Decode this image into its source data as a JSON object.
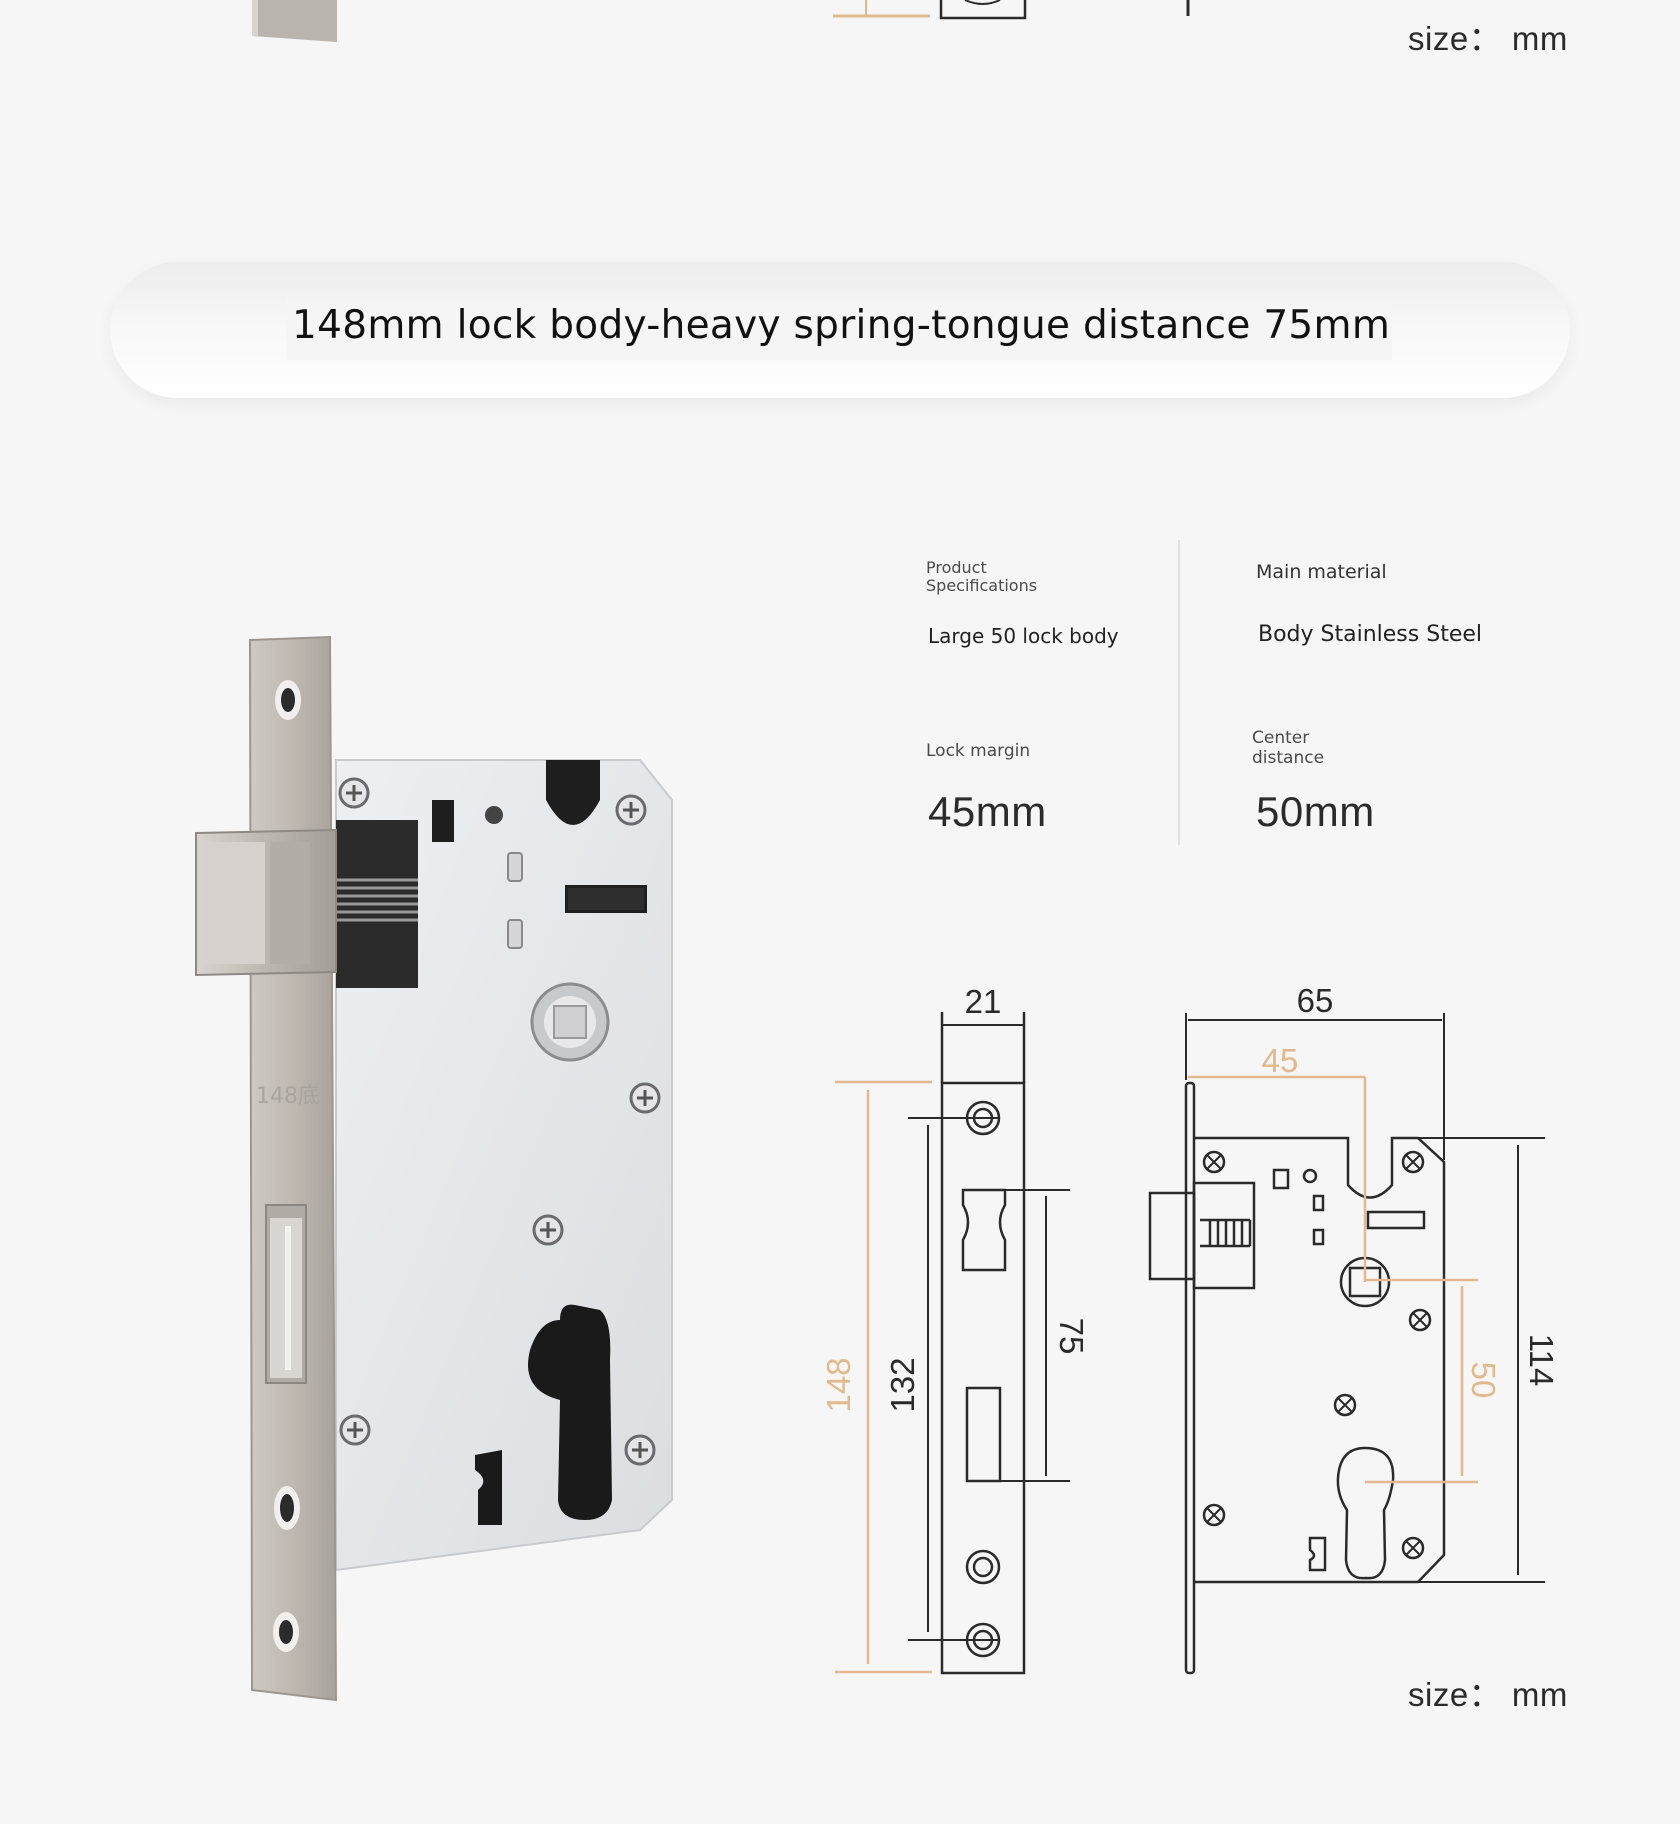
{
  "top_size_note": "size： mm",
  "banner": {
    "title": "148mm lock body-heavy spring-tongue distance 75mm"
  },
  "specs": {
    "product_label": "Product\nSpecifications",
    "product_value": "Large 50 lock body",
    "material_label": "Main material",
    "material_value": "Body Stainless Steel",
    "margin_label": "Lock margin",
    "margin_value": "45mm",
    "center_label": "Center\ndistance",
    "center_value": "50mm"
  },
  "drawing": {
    "dims": {
      "faceplate_width": "21",
      "faceplate_length": "148",
      "screw_spacing": "132",
      "spring_tongue_distance": "75",
      "body_width": "65",
      "backset": "45",
      "center_distance": "50",
      "body_height": "114"
    },
    "accent_color": "#e2b98c"
  },
  "photo": {
    "stamp": "148底"
  },
  "bottom_size_note": "size： mm"
}
